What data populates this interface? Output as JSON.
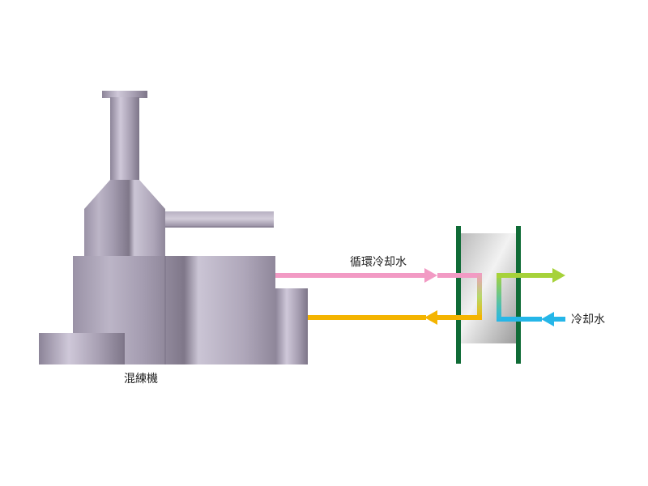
{
  "labels": {
    "machine": "混練機",
    "circulating_water": "循環冷却水",
    "cooling_water": "冷却水"
  },
  "colors": {
    "machine_light": "#c9c2d3",
    "machine_dark": "#8e8699",
    "machine_shadow": "#6f6878",
    "exchanger_frame": "#0f6b36",
    "pipe_pink": "#f29ac4",
    "pipe_yellow": "#f4b400",
    "pipe_green": "#a6d23a",
    "pipe_blue": "#25b6e8"
  },
  "icons": [
    "arrow-right-icon",
    "arrow-left-icon"
  ]
}
